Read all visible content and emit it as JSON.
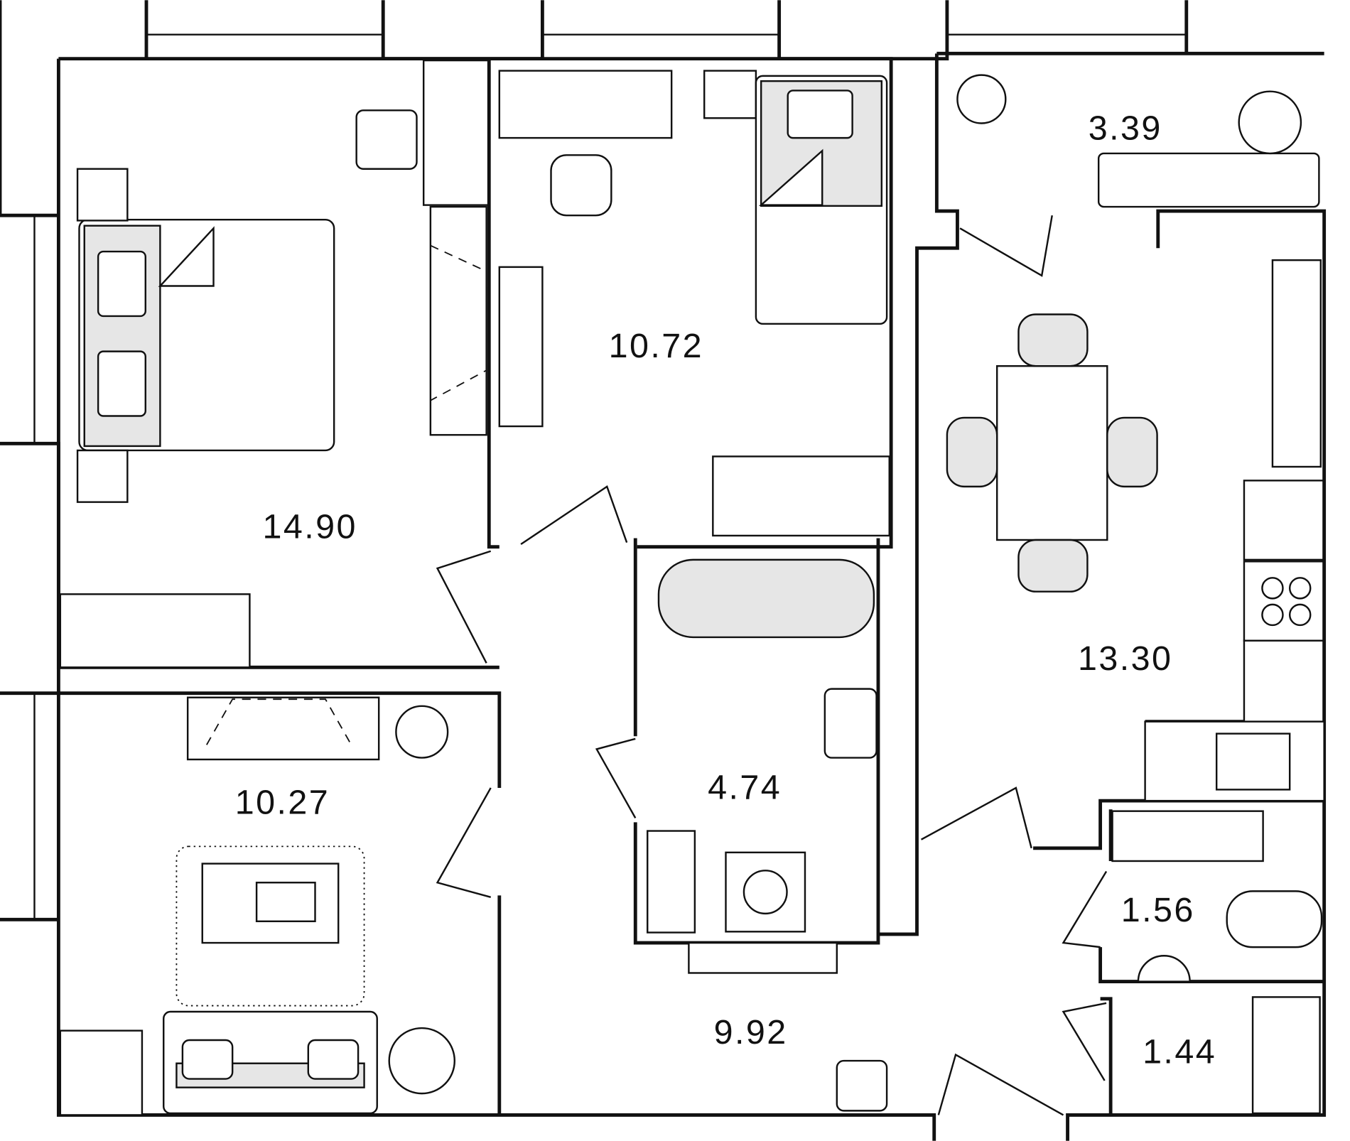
{
  "rooms": {
    "bedroom_main": {
      "area": "14.90"
    },
    "bedroom_kids": {
      "area": "10.72"
    },
    "balcony": {
      "area": "3.39"
    },
    "kitchen_living": {
      "area": "13.30"
    },
    "living_room": {
      "area": "10.27"
    },
    "bathroom": {
      "area": "4.74"
    },
    "wc": {
      "area": "1.56"
    },
    "hallway": {
      "area": "9.92"
    },
    "storage": {
      "area": "1.44"
    }
  }
}
